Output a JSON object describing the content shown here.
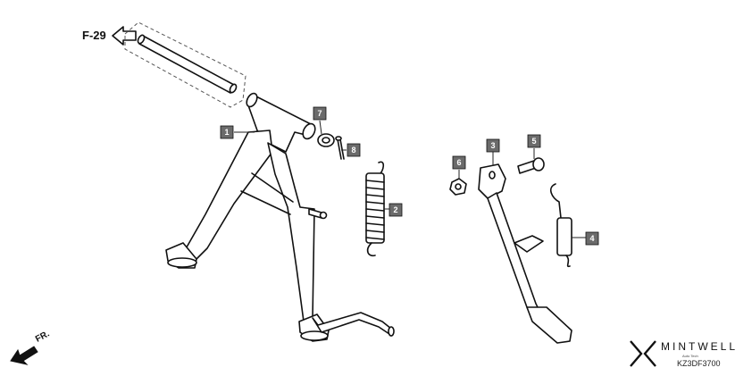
{
  "reference": {
    "arrow_label": "F-29"
  },
  "direction": {
    "label": "FR."
  },
  "callouts": [
    "1",
    "2",
    "3",
    "4",
    "5",
    "6",
    "7",
    "8"
  ],
  "branding": {
    "name": "MINTWELL",
    "subtext": "Auto Tech",
    "code": "KZ3DF3700"
  },
  "colors": {
    "callout_bg": "#6b6b6b",
    "line": "#111111"
  }
}
